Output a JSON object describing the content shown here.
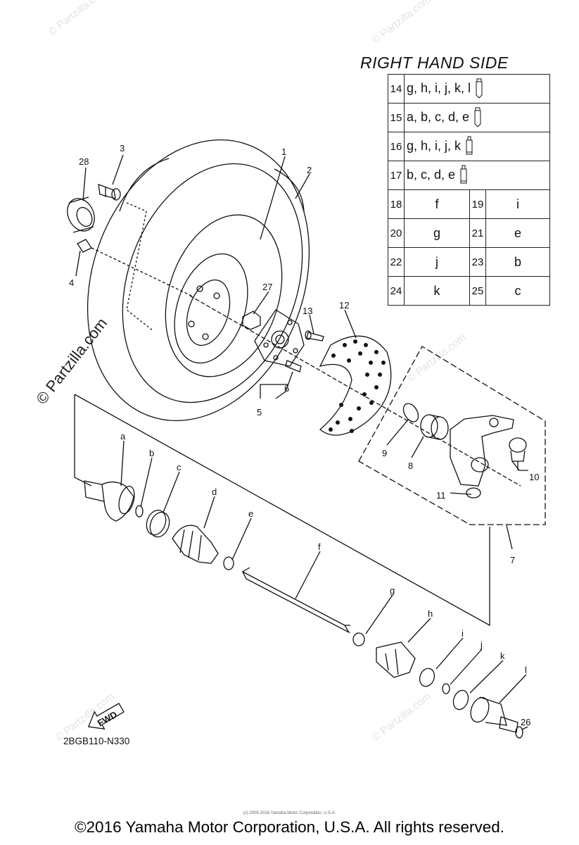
{
  "legend": {
    "title": "RIGHT HAND SIDE",
    "rows": [
      {
        "num": "14",
        "letters": "g, h, i, j, k, l",
        "icon": "grease-tube-icon"
      },
      {
        "num": "15",
        "letters": "a, b, c, d, e",
        "icon": "grease-tube-icon"
      },
      {
        "num": "16",
        "letters": "g, h, i, j, k",
        "icon": "grease-packet-icon"
      },
      {
        "num": "17",
        "letters": "b, c, d, e",
        "icon": "grease-packet-icon"
      }
    ],
    "pairs": [
      [
        {
          "num": "18",
          "letter": "f"
        },
        {
          "num": "19",
          "letter": "i"
        }
      ],
      [
        {
          "num": "20",
          "letter": "g"
        },
        {
          "num": "21",
          "letter": "e"
        }
      ],
      [
        {
          "num": "22",
          "letter": "j"
        },
        {
          "num": "23",
          "letter": "b"
        }
      ],
      [
        {
          "num": "24",
          "letter": "k"
        },
        {
          "num": "25",
          "letter": "c"
        }
      ]
    ]
  },
  "callouts": {
    "n1": "1",
    "n2": "2",
    "n3": "3",
    "n4": "4",
    "n5": "5",
    "n6": "6",
    "n7": "7",
    "n8": "8",
    "n9": "9",
    "n10": "10",
    "n11": "11",
    "n12": "12",
    "n13": "13",
    "n26": "26",
    "n27": "27",
    "n28": "28",
    "a": "a",
    "b": "b",
    "c": "c",
    "d": "d",
    "e": "e",
    "f": "f",
    "g": "g",
    "h": "h",
    "i": "i",
    "j": "j",
    "k": "k",
    "l": "l"
  },
  "fwd_label": "FWD",
  "diagram_code": "2BGB110-N330",
  "watermark": "© Partzilla.com",
  "fine_print": "(c) 2005-2016 Yamaha Motor Corporation, U.S.A.",
  "copyright": "©2016 Yamaha Motor Corporation, U.S.A. All rights reserved."
}
